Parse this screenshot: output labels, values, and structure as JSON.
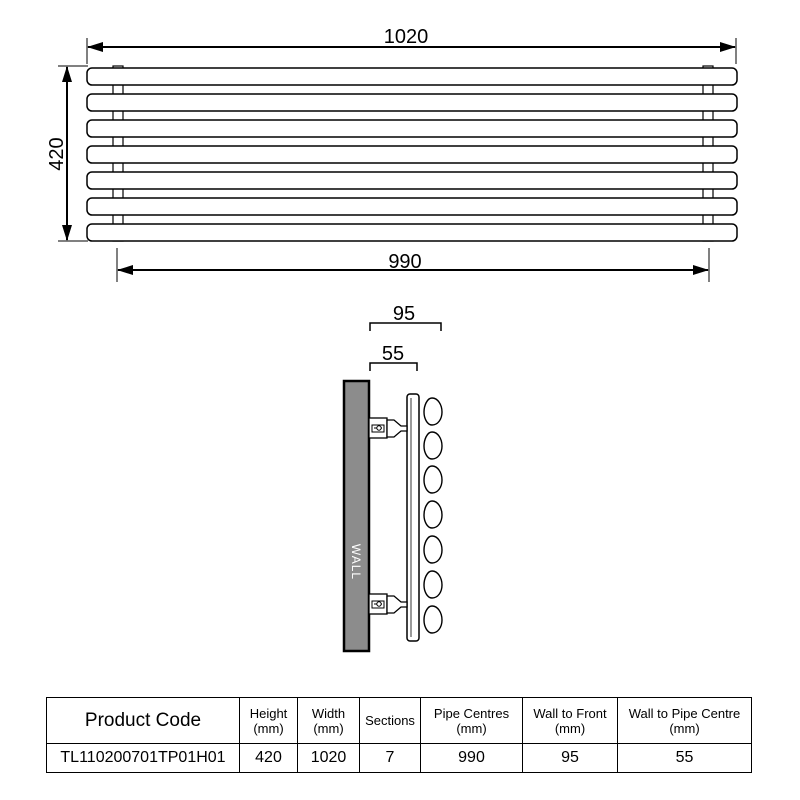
{
  "front_view": {
    "width_label": "1020",
    "height_label": "420",
    "pipe_centres_label": "990",
    "tube_count": 7
  },
  "side_view": {
    "wall_to_front_label": "95",
    "wall_to_pipe_label": "55",
    "wall_text": "WALL",
    "wall_color": "#8c8c8c"
  },
  "table": {
    "headers": {
      "product_code": "Product Code",
      "height": "Height",
      "height_unit": "(mm)",
      "width": "Width",
      "width_unit": "(mm)",
      "sections": "Sections",
      "pipe_centres": "Pipe Centres",
      "pipe_centres_unit": "(mm)",
      "wall_to_front": "Wall to Front",
      "wall_to_front_unit": "(mm)",
      "wall_to_pipe_centre": "Wall to Pipe Centre",
      "wall_to_pipe_centre_unit": "(mm)"
    },
    "row": {
      "product_code": "TL110200701TP01H01",
      "height": "420",
      "width": "1020",
      "sections": "7",
      "pipe_centres": "990",
      "wall_to_front": "95",
      "wall_to_pipe_centre": "55"
    }
  }
}
